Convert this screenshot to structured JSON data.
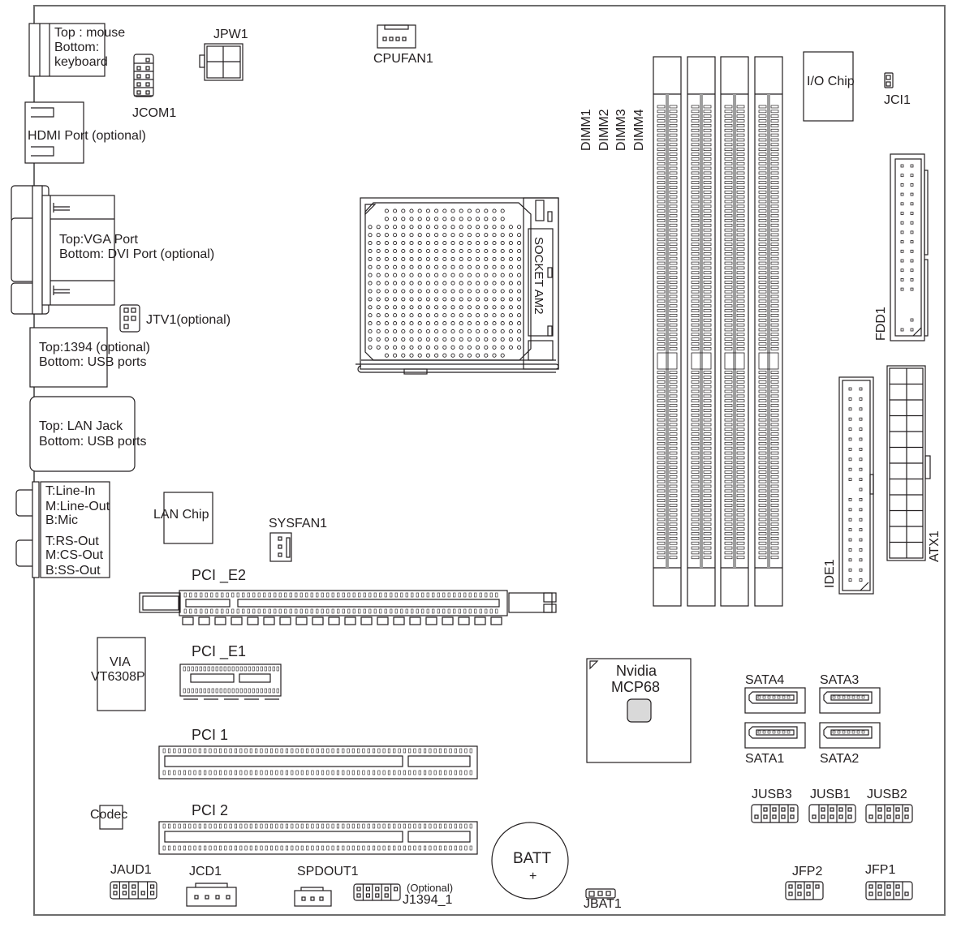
{
  "diagram": {
    "type": "motherboard-layout",
    "colors": {
      "line": "#231f20",
      "chip_fill": "#d9d9d9",
      "slot_bar": "#9e9e9e"
    },
    "back_panel": {
      "ps2": {
        "line1": "Top : mouse",
        "line2": "Bottom:",
        "line3": "keyboard"
      },
      "hdmi": {
        "label": "HDMI Port (optional)"
      },
      "vga_dvi": {
        "line1": "Top:VGA Port",
        "line2": "Bottom: DVI Port (optional)"
      },
      "usb_1394": {
        "line1": "Top:1394 (optional)",
        "line2": "Bottom: USB ports"
      },
      "lan_usb": {
        "line1": "Top: LAN Jack",
        "line2": "Bottom: USB ports"
      },
      "audio": {
        "lines": [
          "T:Line-In",
          "M:Line-Out",
          "B:Mic",
          "T:RS-Out",
          "M:CS-Out",
          "B:SS-Out"
        ]
      }
    },
    "headers": {
      "jpw1": "JPW1",
      "jcom1": "JCOM1",
      "cpufan1": "CPUFAN1",
      "jtv1": "JTV1(optional)",
      "sysfan1": "SYSFAN1",
      "jci1": "JCI1",
      "fdd1": "FDD1",
      "ide1": "IDE1",
      "atx1": "ATX1",
      "jusb3": "JUSB3",
      "jusb1": "JUSB1",
      "jusb2": "JUSB2",
      "jfp2": "JFP2",
      "jfp1": "JFP1",
      "jaud1": "JAUD1",
      "jcd1": "JCD1",
      "spdout1": "SPDOUT1",
      "j1394_optional": "(Optional)",
      "j1394": "J1394_1",
      "jbat1": "JBAT1"
    },
    "chips": {
      "io_chip": "I/O Chip",
      "lan_chip": "LAN Chip",
      "via_line1": "VIA",
      "via_line2": "VT6308P",
      "nvidia_line1": "Nvidia",
      "nvidia_line2": "MCP68",
      "codec": "Codec"
    },
    "socket": {
      "label": "SOCKET AM2"
    },
    "dimms": [
      "DIMM1",
      "DIMM2",
      "DIMM3",
      "DIMM4"
    ],
    "slots": {
      "pcie2": "PCI _E2",
      "pcie1": "PCI _E1",
      "pci1": "PCI 1",
      "pci2": "PCI 2"
    },
    "sata": {
      "sata4": "SATA4",
      "sata3": "SATA3",
      "sata1": "SATA1",
      "sata2": "SATA2"
    },
    "battery": {
      "label": "BATT",
      "polarity": "+"
    }
  }
}
